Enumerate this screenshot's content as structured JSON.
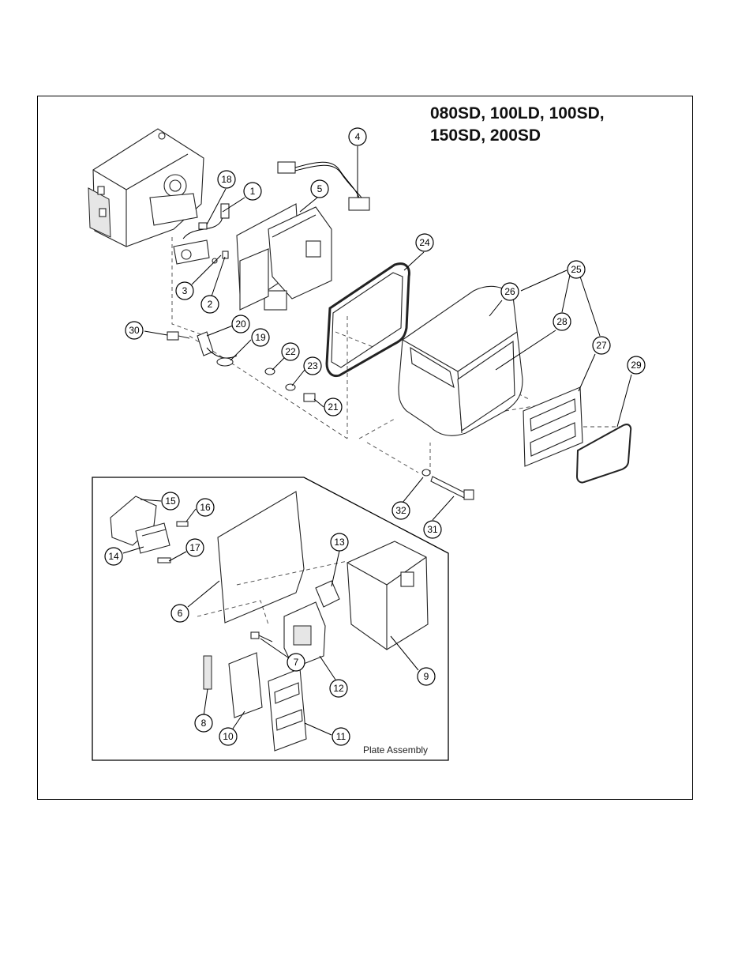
{
  "title": {
    "line1": "080SD, 100LD, 100SD,",
    "line2": "150SD, 200SD"
  },
  "inset": {
    "label": "Plate Assembly"
  },
  "callouts": [
    {
      "num": "1"
    },
    {
      "num": "2"
    },
    {
      "num": "3"
    },
    {
      "num": "4"
    },
    {
      "num": "5"
    },
    {
      "num": "6"
    },
    {
      "num": "7"
    },
    {
      "num": "8"
    },
    {
      "num": "9"
    },
    {
      "num": "10"
    },
    {
      "num": "11"
    },
    {
      "num": "12"
    },
    {
      "num": "13"
    },
    {
      "num": "14"
    },
    {
      "num": "15"
    },
    {
      "num": "16"
    },
    {
      "num": "17"
    },
    {
      "num": "18"
    },
    {
      "num": "19"
    },
    {
      "num": "20"
    },
    {
      "num": "21"
    },
    {
      "num": "22"
    },
    {
      "num": "23"
    },
    {
      "num": "24"
    },
    {
      "num": "25"
    },
    {
      "num": "26"
    },
    {
      "num": "27"
    },
    {
      "num": "28"
    },
    {
      "num": "29"
    },
    {
      "num": "30"
    },
    {
      "num": "31"
    },
    {
      "num": "32"
    }
  ]
}
